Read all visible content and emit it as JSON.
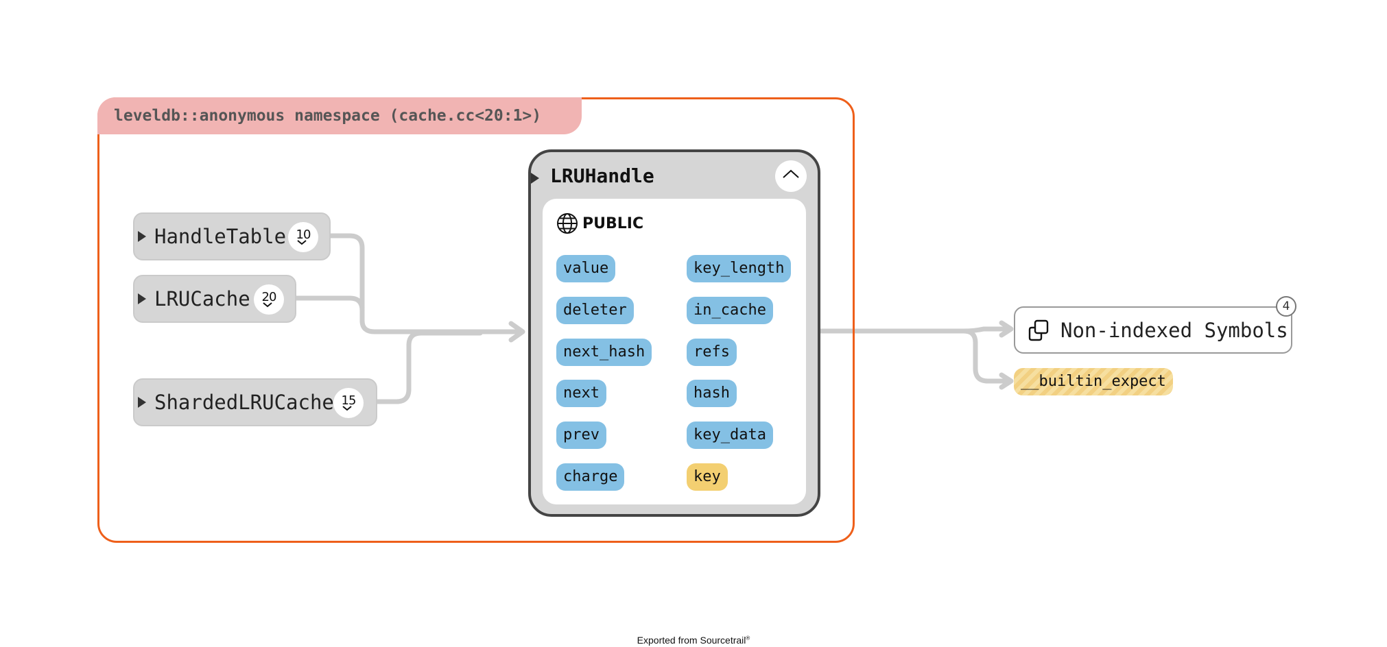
{
  "namespace": {
    "label": "leveldb::anonymous namespace (cache.cc<20:1>)"
  },
  "left_nodes": [
    {
      "label": "HandleTable",
      "count": "10"
    },
    {
      "label": "LRUCache",
      "count": "20"
    },
    {
      "label": "ShardedLRUCache",
      "count": "15"
    }
  ],
  "handle": {
    "title": "LRUHandle",
    "access": "PUBLIC",
    "members_left": [
      "value",
      "deleter",
      "next_hash",
      "next",
      "prev",
      "charge"
    ],
    "members_right": [
      "key_length",
      "in_cache",
      "refs",
      "hash",
      "key_data",
      "key"
    ]
  },
  "right_nodes": {
    "nonindexed_label": "Non-indexed Symbols",
    "nonindexed_count": "4",
    "builtin_label": "__builtin_expect"
  },
  "footer": {
    "text": "Exported from Sourcetrail",
    "mark": "®"
  },
  "colors": {
    "namespace_border": "#ee5f1a",
    "namespace_label_bg": "#f1b4b3",
    "member": "#84c0e4",
    "member_highlight": "#f3cf71",
    "edge": "#cccccc"
  },
  "icons": [
    "play-triangle-icon",
    "chevron-down-icon",
    "chevron-up-icon",
    "globe-icon",
    "non-indexed-icon"
  ]
}
